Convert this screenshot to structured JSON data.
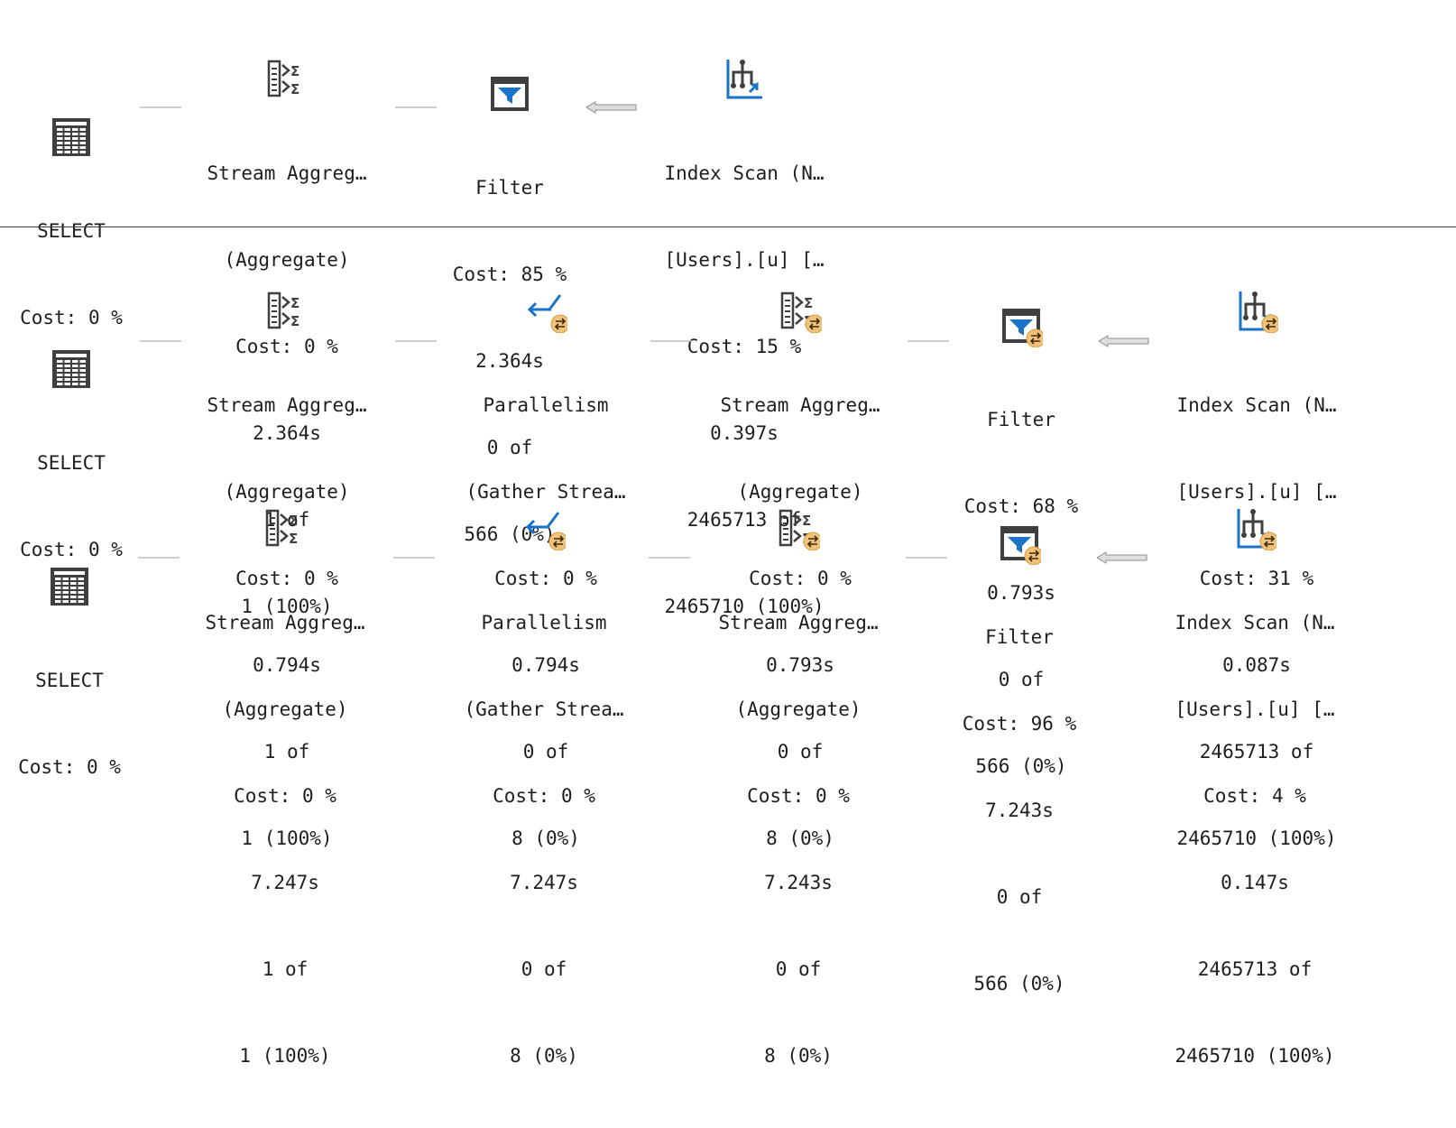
{
  "plans": [
    {
      "nodes": [
        {
          "icon": "select-table-icon",
          "lines": [
            "SELECT",
            "Cost: 0 %"
          ]
        },
        {
          "icon": "stream-aggregate-icon",
          "lines": [
            "Stream Aggreg…",
            "(Aggregate)",
            "Cost: 0 %",
            "2.364s",
            "1 of",
            "1 (100%)"
          ]
        },
        {
          "icon": "filter-funnel-icon",
          "lines": [
            "Filter",
            "Cost: 85 %",
            "2.364s",
            "0 of",
            "566 (0%)"
          ]
        },
        {
          "icon": "index-scan-icon",
          "lines": [
            "Index Scan (N…",
            "[Users].[u] […",
            "Cost: 15 %",
            "0.397s",
            "2465713 of",
            "2465710 (100%)"
          ]
        }
      ]
    },
    {
      "nodes": [
        {
          "icon": "select-table-icon",
          "lines": [
            "SELECT",
            "Cost: 0 %"
          ]
        },
        {
          "icon": "stream-aggregate-icon",
          "lines": [
            "Stream Aggreg…",
            "(Aggregate)",
            "Cost: 0 %",
            "0.794s",
            "1 of",
            "1 (100%)"
          ]
        },
        {
          "icon": "parallelism-gather-icon",
          "lines": [
            "Parallelism",
            "(Gather Strea…",
            "Cost: 0 %",
            "0.794s",
            "0 of",
            "8 (0%)"
          ]
        },
        {
          "icon": "stream-aggregate-parallel-icon",
          "lines": [
            "Stream Aggreg…",
            "(Aggregate)",
            "Cost: 0 %",
            "0.793s",
            "0 of",
            "8 (0%)"
          ]
        },
        {
          "icon": "filter-parallel-icon",
          "lines": [
            "Filter",
            "Cost: 68 %",
            "0.793s",
            "0 of",
            "566 (0%)"
          ]
        },
        {
          "icon": "index-scan-parallel-icon",
          "lines": [
            "Index Scan (N…",
            "[Users].[u] […",
            "Cost: 31 %",
            "0.087s",
            "2465713 of",
            "2465710 (100%)"
          ]
        }
      ]
    },
    {
      "nodes": [
        {
          "icon": "select-table-icon",
          "lines": [
            "SELECT",
            "Cost: 0 %"
          ]
        },
        {
          "icon": "stream-aggregate-icon",
          "lines": [
            "Stream Aggreg…",
            "(Aggregate)",
            "Cost: 0 %",
            "7.247s",
            "1 of",
            "1 (100%)"
          ]
        },
        {
          "icon": "parallelism-gather-icon",
          "lines": [
            "Parallelism",
            "(Gather Strea…",
            "Cost: 0 %",
            "7.247s",
            "0 of",
            "8 (0%)"
          ]
        },
        {
          "icon": "stream-aggregate-parallel-icon",
          "lines": [
            "Stream Aggreg…",
            "(Aggregate)",
            "Cost: 0 %",
            "7.243s",
            "0 of",
            "8 (0%)"
          ]
        },
        {
          "icon": "filter-parallel-icon",
          "lines": [
            "Filter",
            "Cost: 96 %",
            "7.243s",
            "0 of",
            "566 (0%)"
          ]
        },
        {
          "icon": "index-scan-parallel-icon",
          "lines": [
            "Index Scan (N…",
            "[Users].[u] […",
            "Cost: 4 %",
            "0.147s",
            "2465713 of",
            "2465710 (100%)"
          ]
        }
      ]
    }
  ]
}
